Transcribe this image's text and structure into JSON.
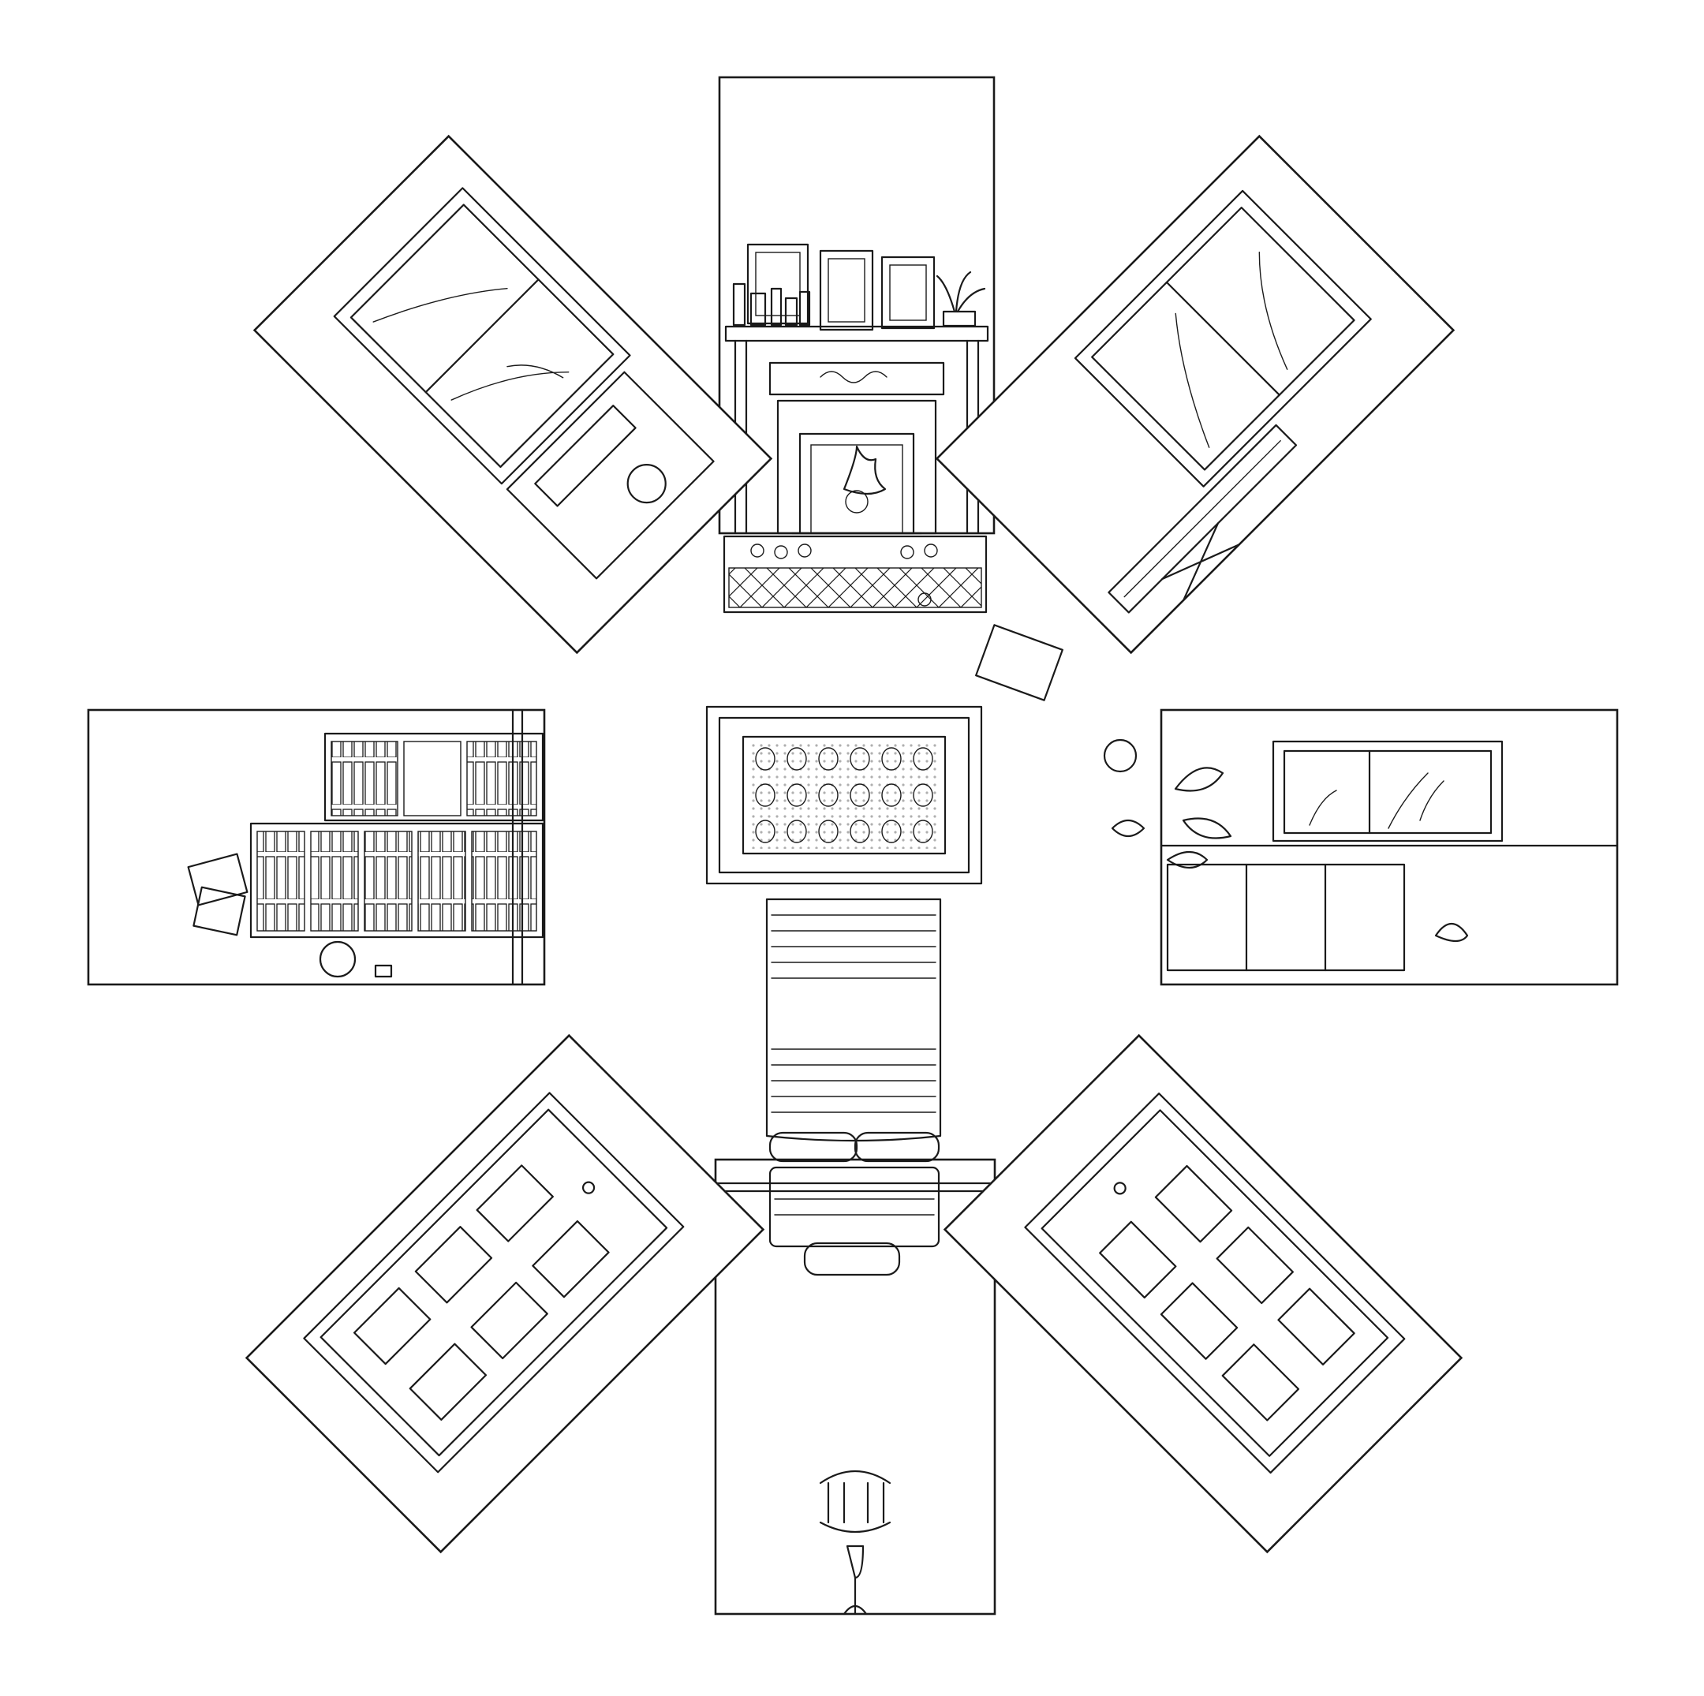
{
  "drawing": {
    "style": "black ink line drawing on white",
    "ink_color": "#1a1a1a",
    "paper_color": "#ffffff",
    "panels": [
      {
        "id": "top",
        "icon": "fireplace-icon"
      },
      {
        "id": "top-right",
        "icon": "window-icon"
      },
      {
        "id": "right",
        "icon": "window-icon"
      },
      {
        "id": "bottom-right",
        "icon": "door-icon"
      },
      {
        "id": "bottom",
        "icon": "chandelier-icon"
      },
      {
        "id": "bottom-left",
        "icon": "door-icon"
      },
      {
        "id": "left",
        "icon": "bookshelf-icon"
      },
      {
        "id": "top-left",
        "icon": "window-icon"
      }
    ],
    "floor_items": [
      "rug-icon",
      "bed-icon",
      "mat-icon"
    ]
  }
}
